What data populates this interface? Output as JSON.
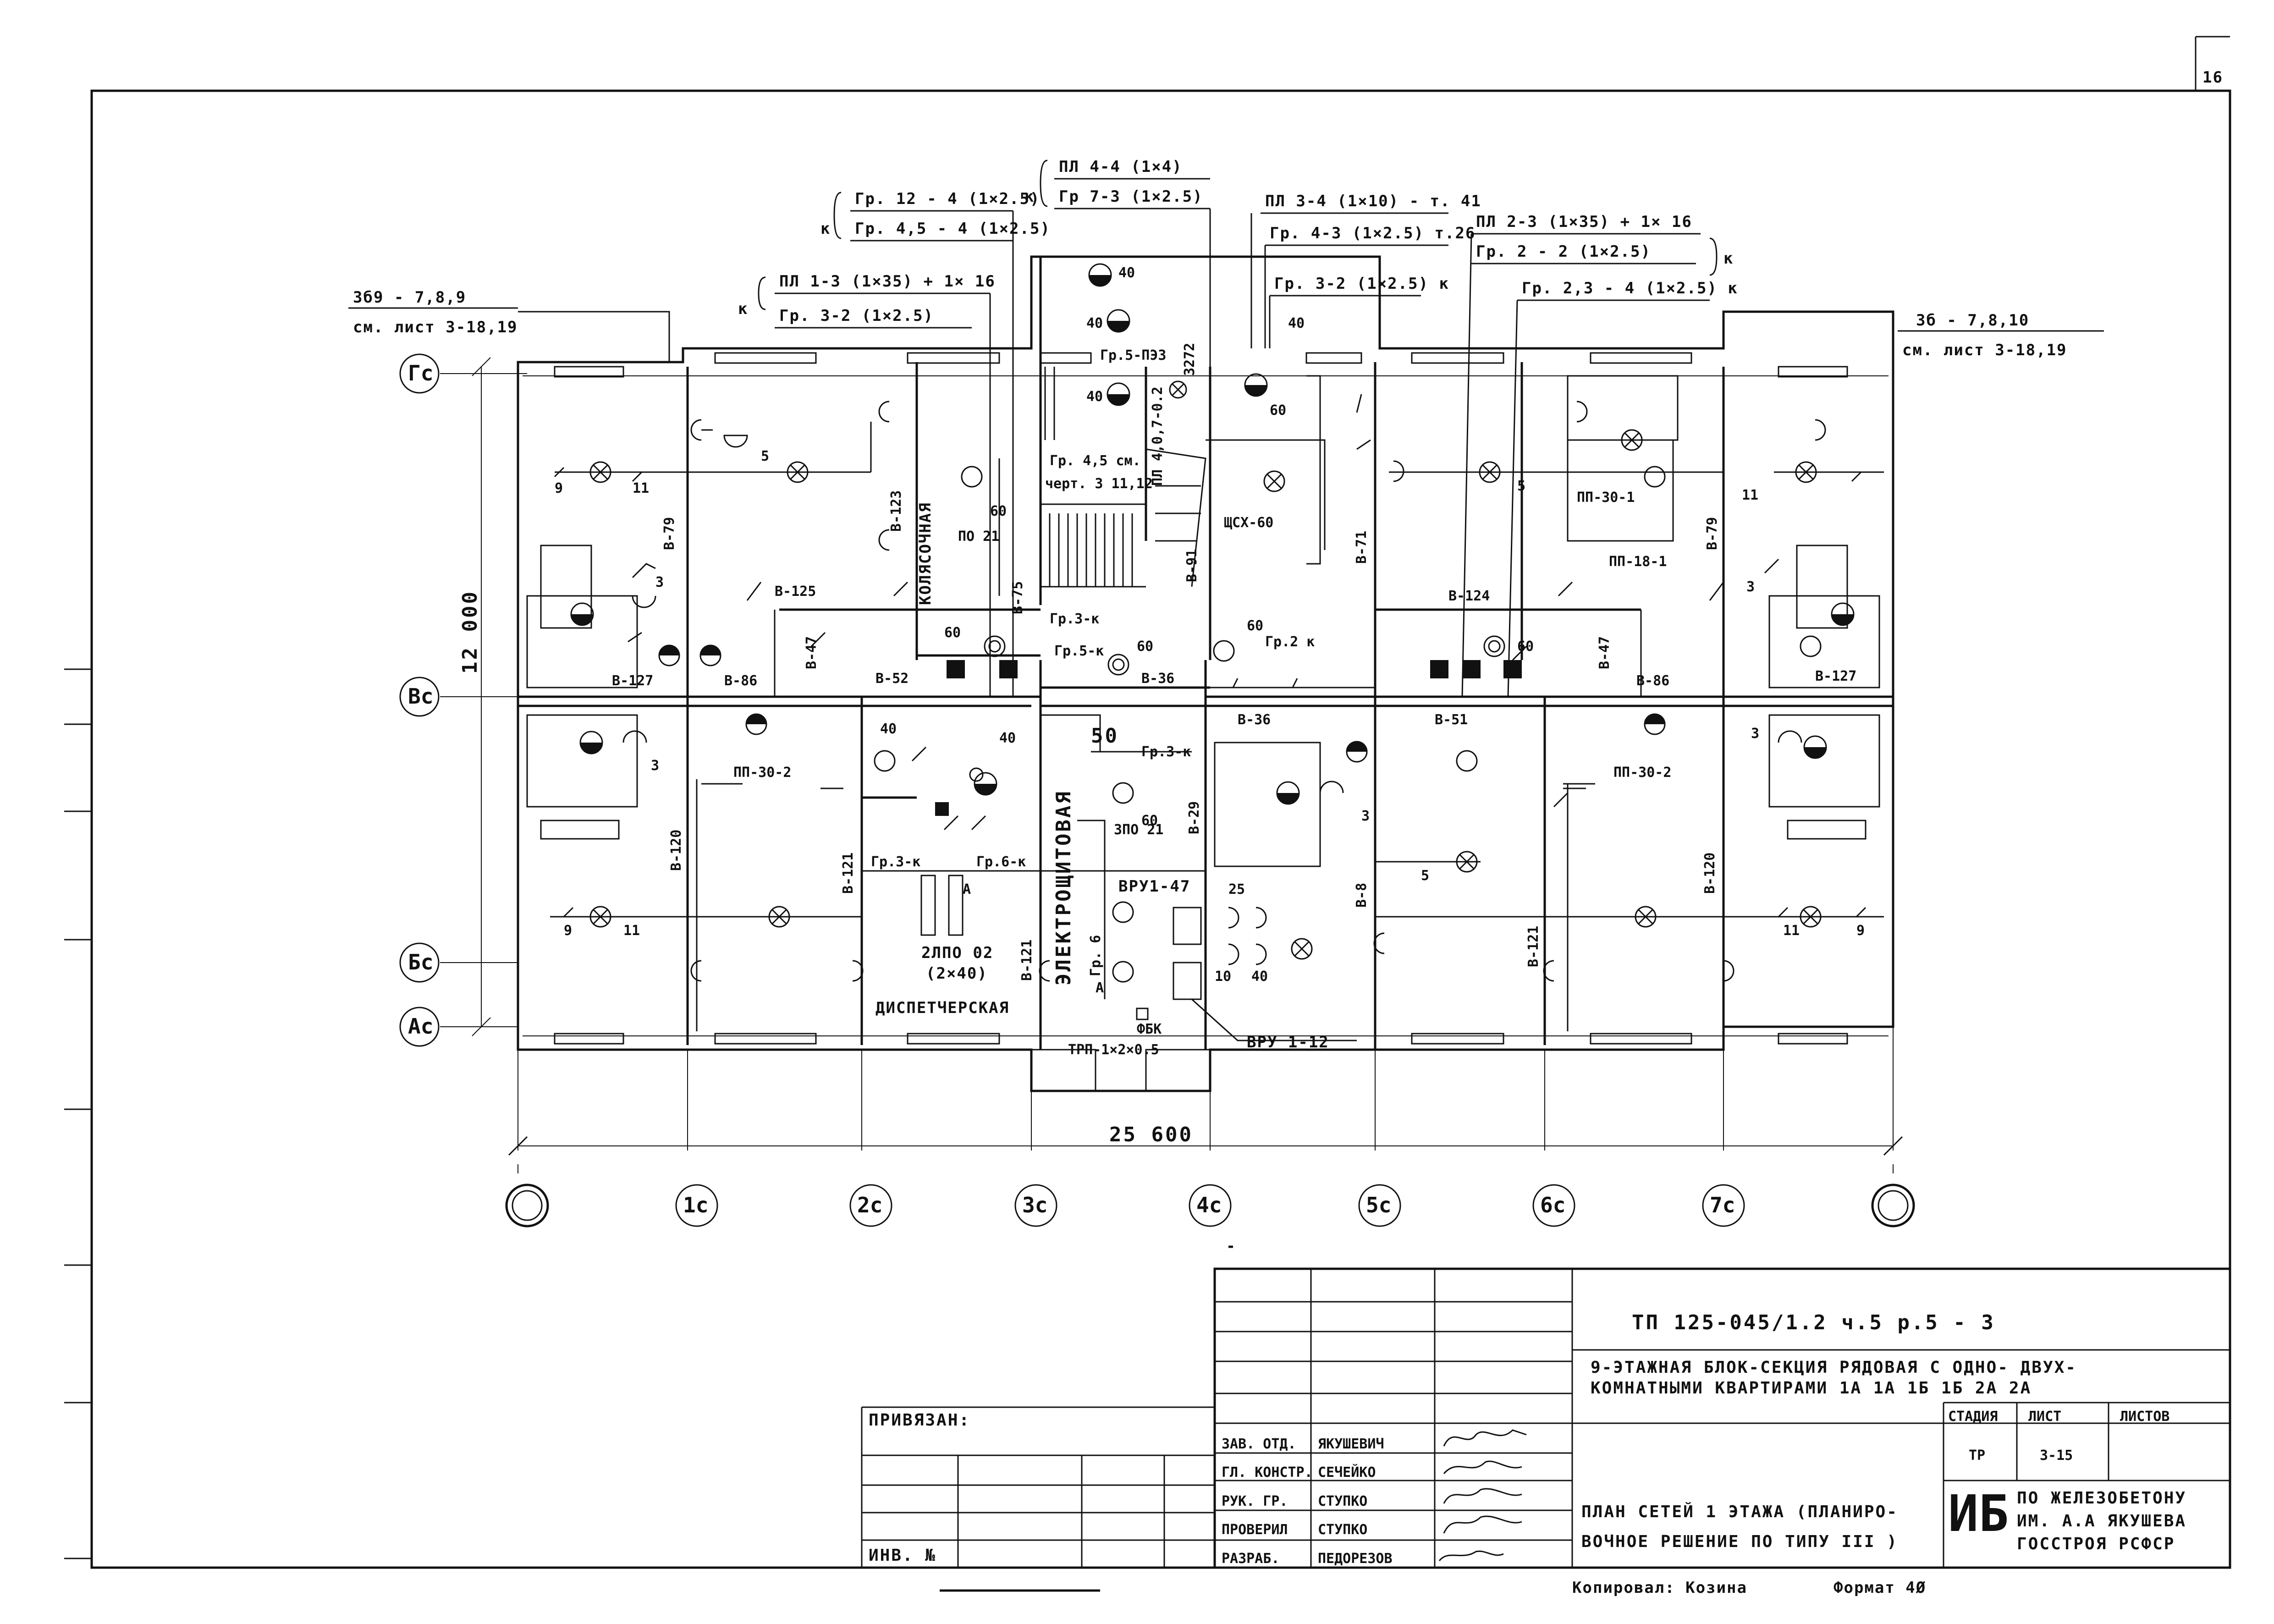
{
  "sheet_number": "16",
  "left_notes": {
    "line1": "3б9 - 7,8,9",
    "line2": "см. лист 3-18,19"
  },
  "right_notes": {
    "line1": "3б - 7,8,10",
    "line2": "см. лист 3-18,19"
  },
  "callouts": {
    "c1a": "ПЛ 1-3 (1×35) + 1× 16",
    "c1b": "Гр. 3-2 (1×2.5)",
    "c2a": "Гр. 12 - 4 (1×2.5)",
    "c2b": "Гр. 4,5 - 4 (1×2.5)",
    "c3a": "ПЛ 4-4 (1×4)",
    "c3b": "Гр 7-3 (1×2.5)",
    "c4a": "ПЛ 3-4 (1×10) - т. 41",
    "c4b": "Гр. 4-3 (1×2.5) т.26",
    "c4c": "Гр. 3-2 (1×2.5) к",
    "c5a": "ПЛ 2-3 (1×35) + 1× 16",
    "c5b": "Гр. 2 - 2 (1×2.5)",
    "c5c": "Гр. 2,3 - 4 (1×2.5) к",
    "k": "к"
  },
  "axes": {
    "rows": [
      "Гс",
      "Вс",
      "Бс",
      "Ас"
    ],
    "cols": [
      "1с",
      "2с",
      "3с",
      "4с",
      "5с",
      "6с",
      "7с"
    ],
    "dim_horizontal": "25 600",
    "dim_vertical": "12 000"
  },
  "plan_labels": {
    "kolyaskochnaya": "КОЛЯСОЧНАЯ",
    "elektroschitovaya": "ЭЛЕКТРОЩИТОВАЯ",
    "dispetcherskaya": "ДИСПЕТЧЕРСКАЯ",
    "vru1_47": "ВРУ1-47",
    "vru1_12": "ВРУ 1-12",
    "fbk": "ФБК",
    "trp": "ТРП-1×2×0.5",
    "zpo": "ЗПО 21",
    "po21": "ПО 21",
    "lamp_2lpo": "2ЛПО 02",
    "lamp_2x40": "(2×40)",
    "gr45": "Гр. 4,5 см.",
    "gr45b": "черт. 3 11,12",
    "gr5": "Гр.5-ПЭЗ",
    "gr3k_a": "Гр.3-к",
    "gr5k": "Гр.5-к",
    "gr2k": "Гр.2 к",
    "gr3k_b": "Гр.3-к",
    "gr3k_c": "Гр.3-к",
    "gr6k": "Гр.6-к",
    "gr6": "Гр. 6",
    "pl4": "ПЛ 4,0,7-0.2",
    "shch": "ЩСХ-60",
    "p3272": "3272",
    "pp30_1": "ПП-30-1",
    "pp18_1": "ПП-18-1",
    "pp30_2a": "ПП-30-2",
    "pp30_2b": "ПП-30-2",
    "a": "А",
    "w40": "40",
    "w60": "60",
    "w50": "50",
    "w25": "25",
    "w10": "10",
    "n5": "5",
    "n9": "9",
    "n11": "11",
    "n3": "3",
    "b": {
      "b123": "В-123",
      "b79a": "В-79",
      "b75": "В-75",
      "b125": "В-125",
      "b127a": "В-127",
      "b86a": "В-86",
      "b47a": "В-47",
      "b52": "В-52",
      "b36a": "В-36",
      "b36b": "В-36",
      "b91": "В-91",
      "b71": "В-71",
      "b124": "В-124",
      "b47b": "В-47",
      "b86b": "В-86",
      "b127b": "В-127",
      "b79b": "В-79",
      "b51": "В-51",
      "b120a": "В-120",
      "b121a": "В-121",
      "b121b": "В-121",
      "b29": "В-29",
      "b8": "В-8",
      "b121c": "В-121",
      "b120b": "В-120"
    }
  },
  "title_block": {
    "code": "ТП   125-045/1.2    ч.5      р.5 - 3",
    "desc_line1": "9-ЭТАЖНАЯ  БЛОК-СЕКЦИЯ  РЯДОВАЯ  С  ОДНО- ДВУХ-",
    "desc_line2": "КОМНАТНЫМИ  КВАРТИРАМИ      1А 1А 1Б 1Б  2А 2А",
    "privyazan": "ПРИВЯЗАН:",
    "inv": "ИНВ. №",
    "roles": [
      "ЗАВ. ОТД.",
      "ГЛ. КОНСТР.",
      "РУК. ГР.",
      "ПРОВЕРИЛ",
      "РАЗРАБ."
    ],
    "names": [
      "ЯКУШЕВИЧ",
      "СЕЧЕЙКО",
      "СТУПКО",
      "СТУПКО",
      "ПЕДОРЕЗОВ"
    ],
    "stage_h": "СТАДИЯ",
    "sheet_h": "ЛИСТ",
    "sheets_h": "ЛИСТОВ",
    "stage": "ТР",
    "sheet": "3-15",
    "sheet_title_1": "ПЛАН  СЕТЕЙ  1 ЭТАЖА (ПЛАНИРО-",
    "sheet_title_2": "ВОЧНОЕ  РЕШЕНИЕ  ПО  ТИПУ  III )",
    "org_logo": "ИБ",
    "org_1": "ПО   ЖЕЛЕЗОБЕТОНУ",
    "org_2": "ИМ. А.А ЯКУШЕВА",
    "org_3": "ГОССТРОЯ    РСФСР",
    "copied": "Копировал:  Козина",
    "format": "Формат 4Ø"
  }
}
